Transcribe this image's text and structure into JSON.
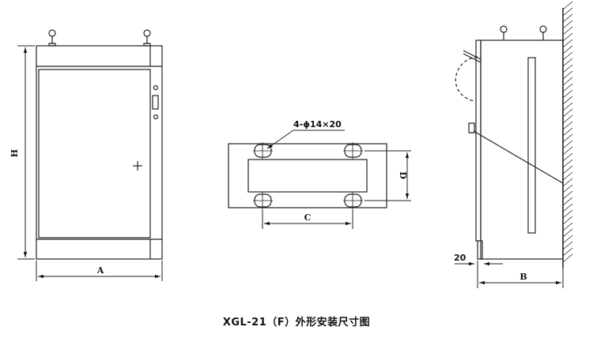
{
  "caption": "XGL-21（F）外形安装尺寸图",
  "labels": {
    "height": "H",
    "width": "A",
    "hole_spec": "4-ϕ14×20",
    "hole_spacing_horizontal": "C",
    "hole_spacing_vertical": "D",
    "depth": "B",
    "wall_offset": "20"
  }
}
